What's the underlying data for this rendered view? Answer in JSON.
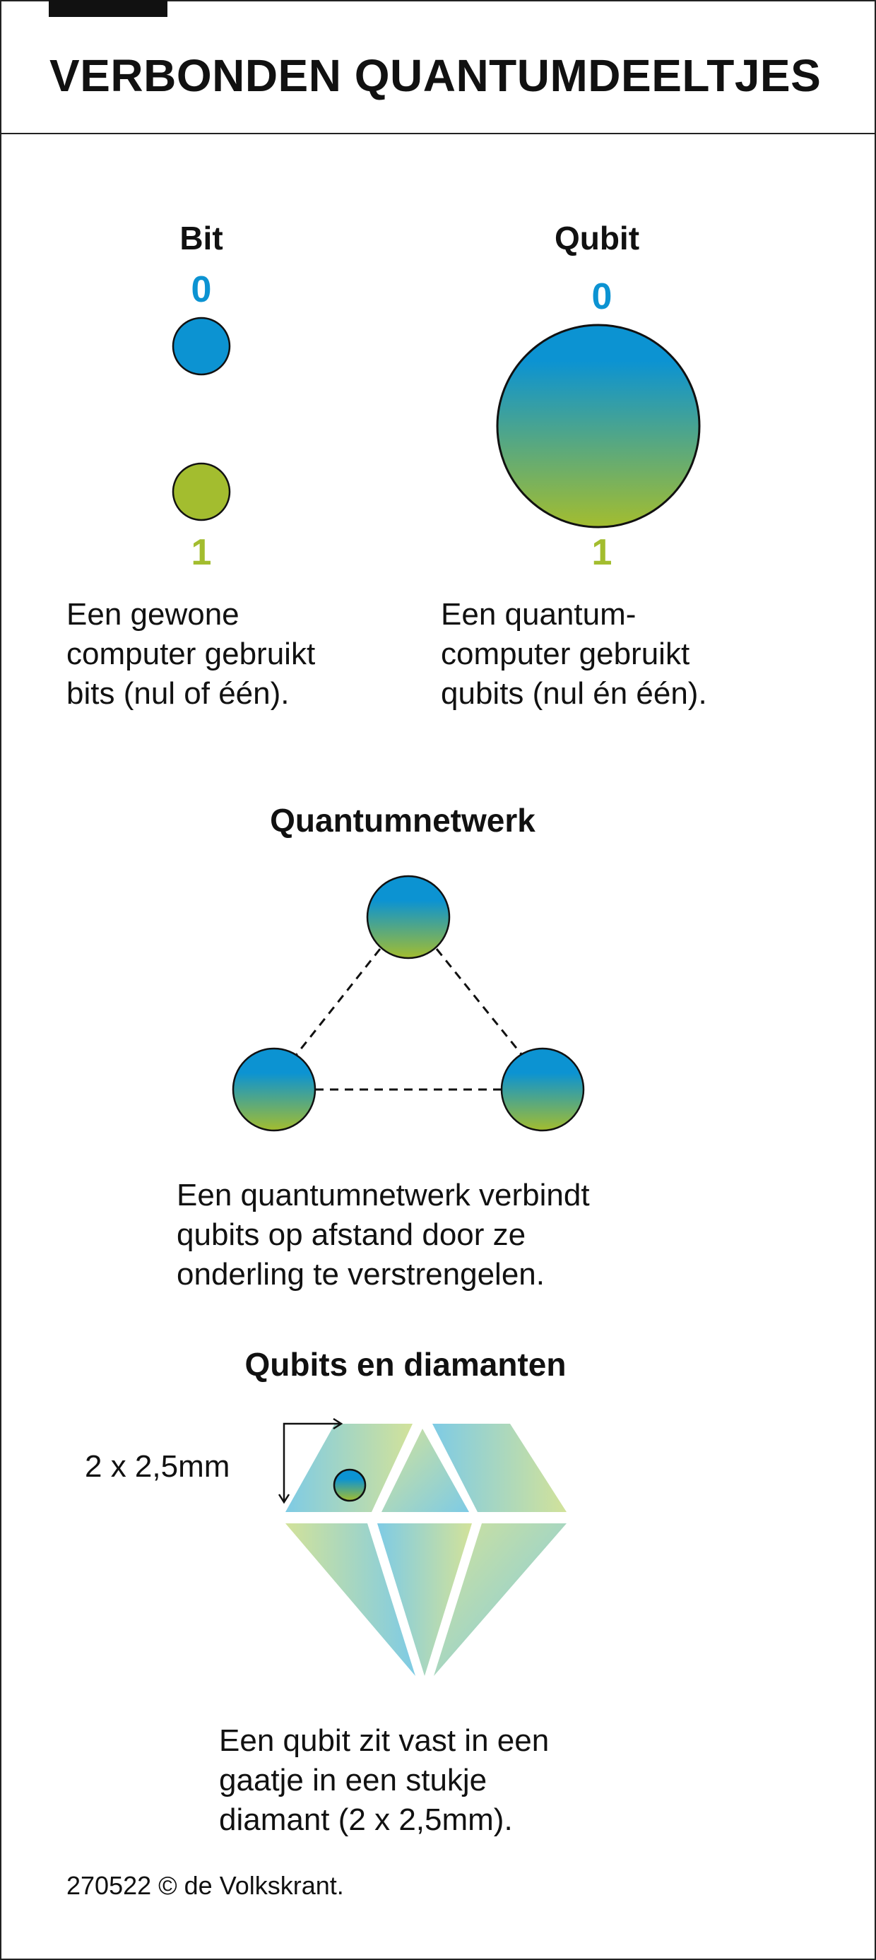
{
  "header": {
    "title": "VERBONDEN QUANTUMDEELTJES"
  },
  "bit": {
    "label": "Bit",
    "state_zero": "0",
    "state_one": "1",
    "text": [
      "Een gewone",
      "computer gebruikt",
      "bits (nul of één)."
    ]
  },
  "qubit": {
    "label": "Qubit",
    "state_zero": "0",
    "state_one": "1",
    "text": [
      "Een quantum-",
      "computer gebruikt",
      "qubits (nul én één)."
    ]
  },
  "network": {
    "label": "Quantumnetwerk",
    "text": [
      "Een quantumnetwerk verbindt",
      "qubits op afstand door ze",
      "onderling te verstrengelen."
    ]
  },
  "diamond": {
    "label": "Qubits en diamanten",
    "size_label": "2 x 2,5mm",
    "text": [
      "Een qubit zit vast in een",
      "gaatje in een stukje",
      "diamant (2 x 2,5mm)."
    ]
  },
  "footer": {
    "credit": "270522 © de Volkskrant."
  },
  "colors": {
    "blue": "#0c93d2",
    "green": "#a3bd2f",
    "diamond_light": "#d2e29a",
    "diamond_blue": "#7ecbe5"
  }
}
